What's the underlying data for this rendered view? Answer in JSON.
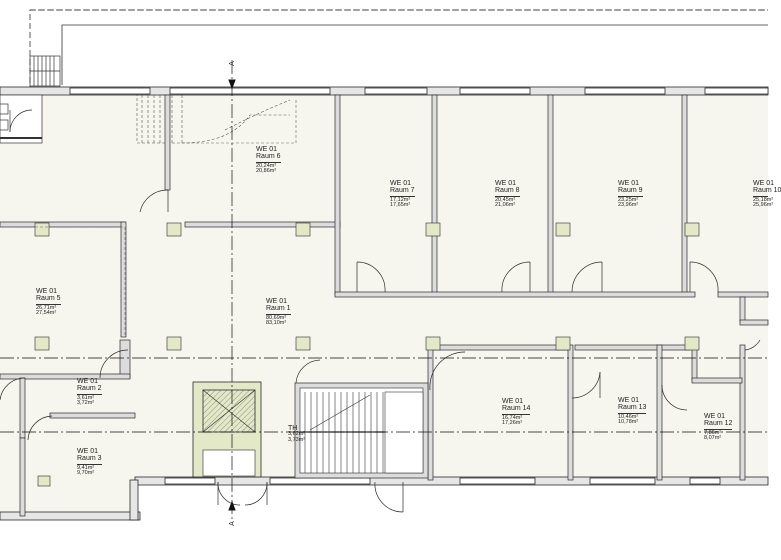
{
  "colors": {
    "room_fill": "#f7f6ee",
    "wall": "#7a7a7a",
    "wall_dark": "#2a2a2a",
    "column": "#e3e8c7",
    "elevator": "#e3e8c7",
    "axis": "#111111",
    "hatch": "#555555"
  },
  "section_marks": {
    "top": "A",
    "bottom": "A"
  },
  "stair_label": "TH",
  "rooms": [
    {
      "id": "raum6",
      "unit": "WE 01",
      "name": "Raum 6",
      "area1": "20,24m²",
      "area2": "20,86m²"
    },
    {
      "id": "raum7",
      "unit": "WE 01",
      "name": "Raum 7",
      "area1": "17,12m²",
      "area2": "17,65m²"
    },
    {
      "id": "raum8",
      "unit": "WE 01",
      "name": "Raum 8",
      "area1": "20,45m²",
      "area2": "21,06m²"
    },
    {
      "id": "raum9",
      "unit": "WE 01",
      "name": "Raum 9",
      "area1": "23,25m²",
      "area2": "23,96m²"
    },
    {
      "id": "raum10",
      "unit": "WE 01",
      "name": "Raum 10",
      "area1": "25,18m²",
      "area2": "25,96m²"
    },
    {
      "id": "raum5",
      "unit": "WE 01",
      "name": "Raum 5",
      "area1": "26,71m²",
      "area2": "27,54m²"
    },
    {
      "id": "raum1",
      "unit": "WE 01",
      "name": "Raum 1",
      "area1": "80,69m²",
      "area2": "83,10m²"
    },
    {
      "id": "raum2",
      "unit": "WE 01",
      "name": "Raum 2",
      "area1": "3,61m²",
      "area2": "3,72m²"
    },
    {
      "id": "raum3",
      "unit": "WE 01",
      "name": "Raum 3",
      "area1": "9,41m²",
      "area2": "9,70m²"
    },
    {
      "id": "raum14",
      "unit": "WE 01",
      "name": "Raum 14",
      "area1": "16,74m²",
      "area2": "17,26m²"
    },
    {
      "id": "raum13",
      "unit": "WE 01",
      "name": "Raum 13",
      "area1": "10,46m²",
      "area2": "10,78m²"
    },
    {
      "id": "raum12",
      "unit": "WE 01",
      "name": "Raum 12",
      "area1": "7,86m²",
      "area2": "8,07m²"
    },
    {
      "id": "stair",
      "unit": "",
      "name": "",
      "area1": "3,62m²",
      "area2": "3,73m²"
    }
  ]
}
